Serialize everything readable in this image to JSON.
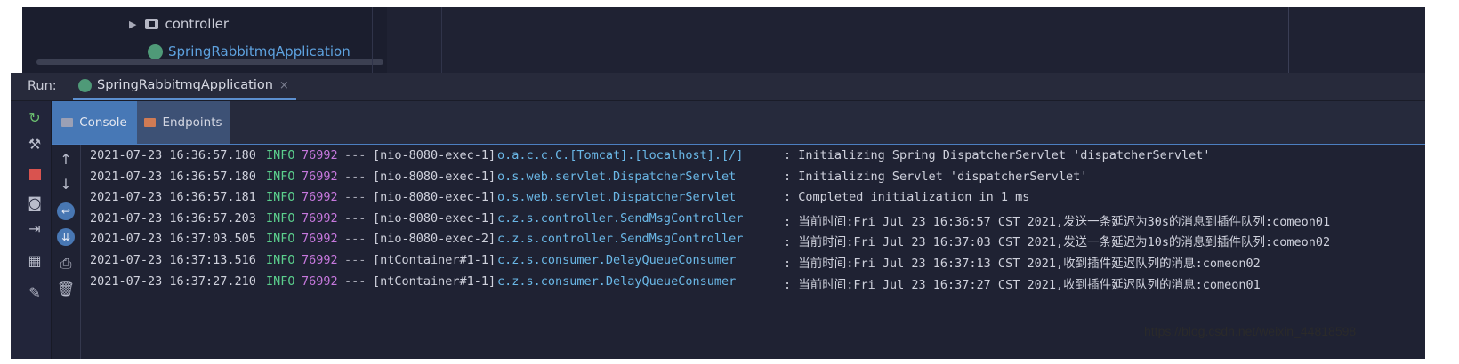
{
  "project_tree": {
    "folder": "controller",
    "app_class": "SpringRabbitmqApplication"
  },
  "run_bar": {
    "label": "Run:",
    "tab": "SpringRabbitmqApplication",
    "close_glyph": "×"
  },
  "subtabs": {
    "console": "Console",
    "endpoints": "Endpoints"
  },
  "icons": {
    "rerun": "rerun-icon",
    "settings": "wrench-icon",
    "stop": "stop-icon",
    "screenshot": "camera-icon",
    "exit": "exit-icon",
    "layout": "layout-icon",
    "pin": "pin-icon",
    "up": "arrow-up-icon",
    "down": "arrow-down-icon",
    "wrap": "soft-wrap-icon",
    "scroll_end": "scroll-to-end-icon",
    "print": "print-icon",
    "trash": "trash-icon"
  },
  "colors": {
    "background": "#1f2233",
    "accent": "#4778b6",
    "level_info": "#5bcf8d",
    "pid": "#c678dd",
    "logger": "#6ab7e6"
  },
  "console": {
    "lines": [
      {
        "date": "2021-07-23 16:36:57.180",
        "level": "INFO",
        "pid": "76992",
        "sep": "---",
        "thread": "[nio-8080-exec-1]",
        "logger": "o.a.c.c.C.[Tomcat].[localhost].[/]",
        "message": ": Initializing Spring DispatcherServlet 'dispatcherServlet'"
      },
      {
        "date": "2021-07-23 16:36:57.180",
        "level": "INFO",
        "pid": "76992",
        "sep": "---",
        "thread": "[nio-8080-exec-1]",
        "logger": "o.s.web.servlet.DispatcherServlet",
        "message": ": Initializing Servlet 'dispatcherServlet'"
      },
      {
        "date": "2021-07-23 16:36:57.181",
        "level": "INFO",
        "pid": "76992",
        "sep": "---",
        "thread": "[nio-8080-exec-1]",
        "logger": "o.s.web.servlet.DispatcherServlet",
        "message": ": Completed initialization in 1 ms"
      },
      {
        "date": "2021-07-23 16:36:57.203",
        "level": "INFO",
        "pid": "76992",
        "sep": "---",
        "thread": "[nio-8080-exec-1]",
        "logger": "c.z.s.controller.SendMsgController",
        "message": ": 当前时间:Fri Jul 23 16:36:57 CST 2021,发送一条延迟为30s的消息到插件队列:comeon01"
      },
      {
        "date": "2021-07-23 16:37:03.505",
        "level": "INFO",
        "pid": "76992",
        "sep": "---",
        "thread": "[nio-8080-exec-2]",
        "logger": "c.z.s.controller.SendMsgController",
        "message": ": 当前时间:Fri Jul 23 16:37:03 CST 2021,发送一条延迟为10s的消息到插件队列:comeon02"
      },
      {
        "date": "2021-07-23 16:37:13.516",
        "level": "INFO",
        "pid": "76992",
        "sep": "---",
        "thread": "[ntContainer#1-1]",
        "logger": "c.z.s.consumer.DelayQueueConsumer",
        "message": ": 当前时间:Fri Jul 23 16:37:13 CST 2021,收到插件延迟队列的消息:comeon02"
      },
      {
        "date": "2021-07-23 16:37:27.210",
        "level": "INFO",
        "pid": "76992",
        "sep": "---",
        "thread": "[ntContainer#1-1]",
        "logger": "c.z.s.consumer.DelayQueueConsumer",
        "message": ": 当前时间:Fri Jul 23 16:37:27 CST 2021,收到插件延迟队列的消息:comeon01"
      }
    ]
  },
  "watermark": "https://blog.csdn.net/weixin_44818598"
}
